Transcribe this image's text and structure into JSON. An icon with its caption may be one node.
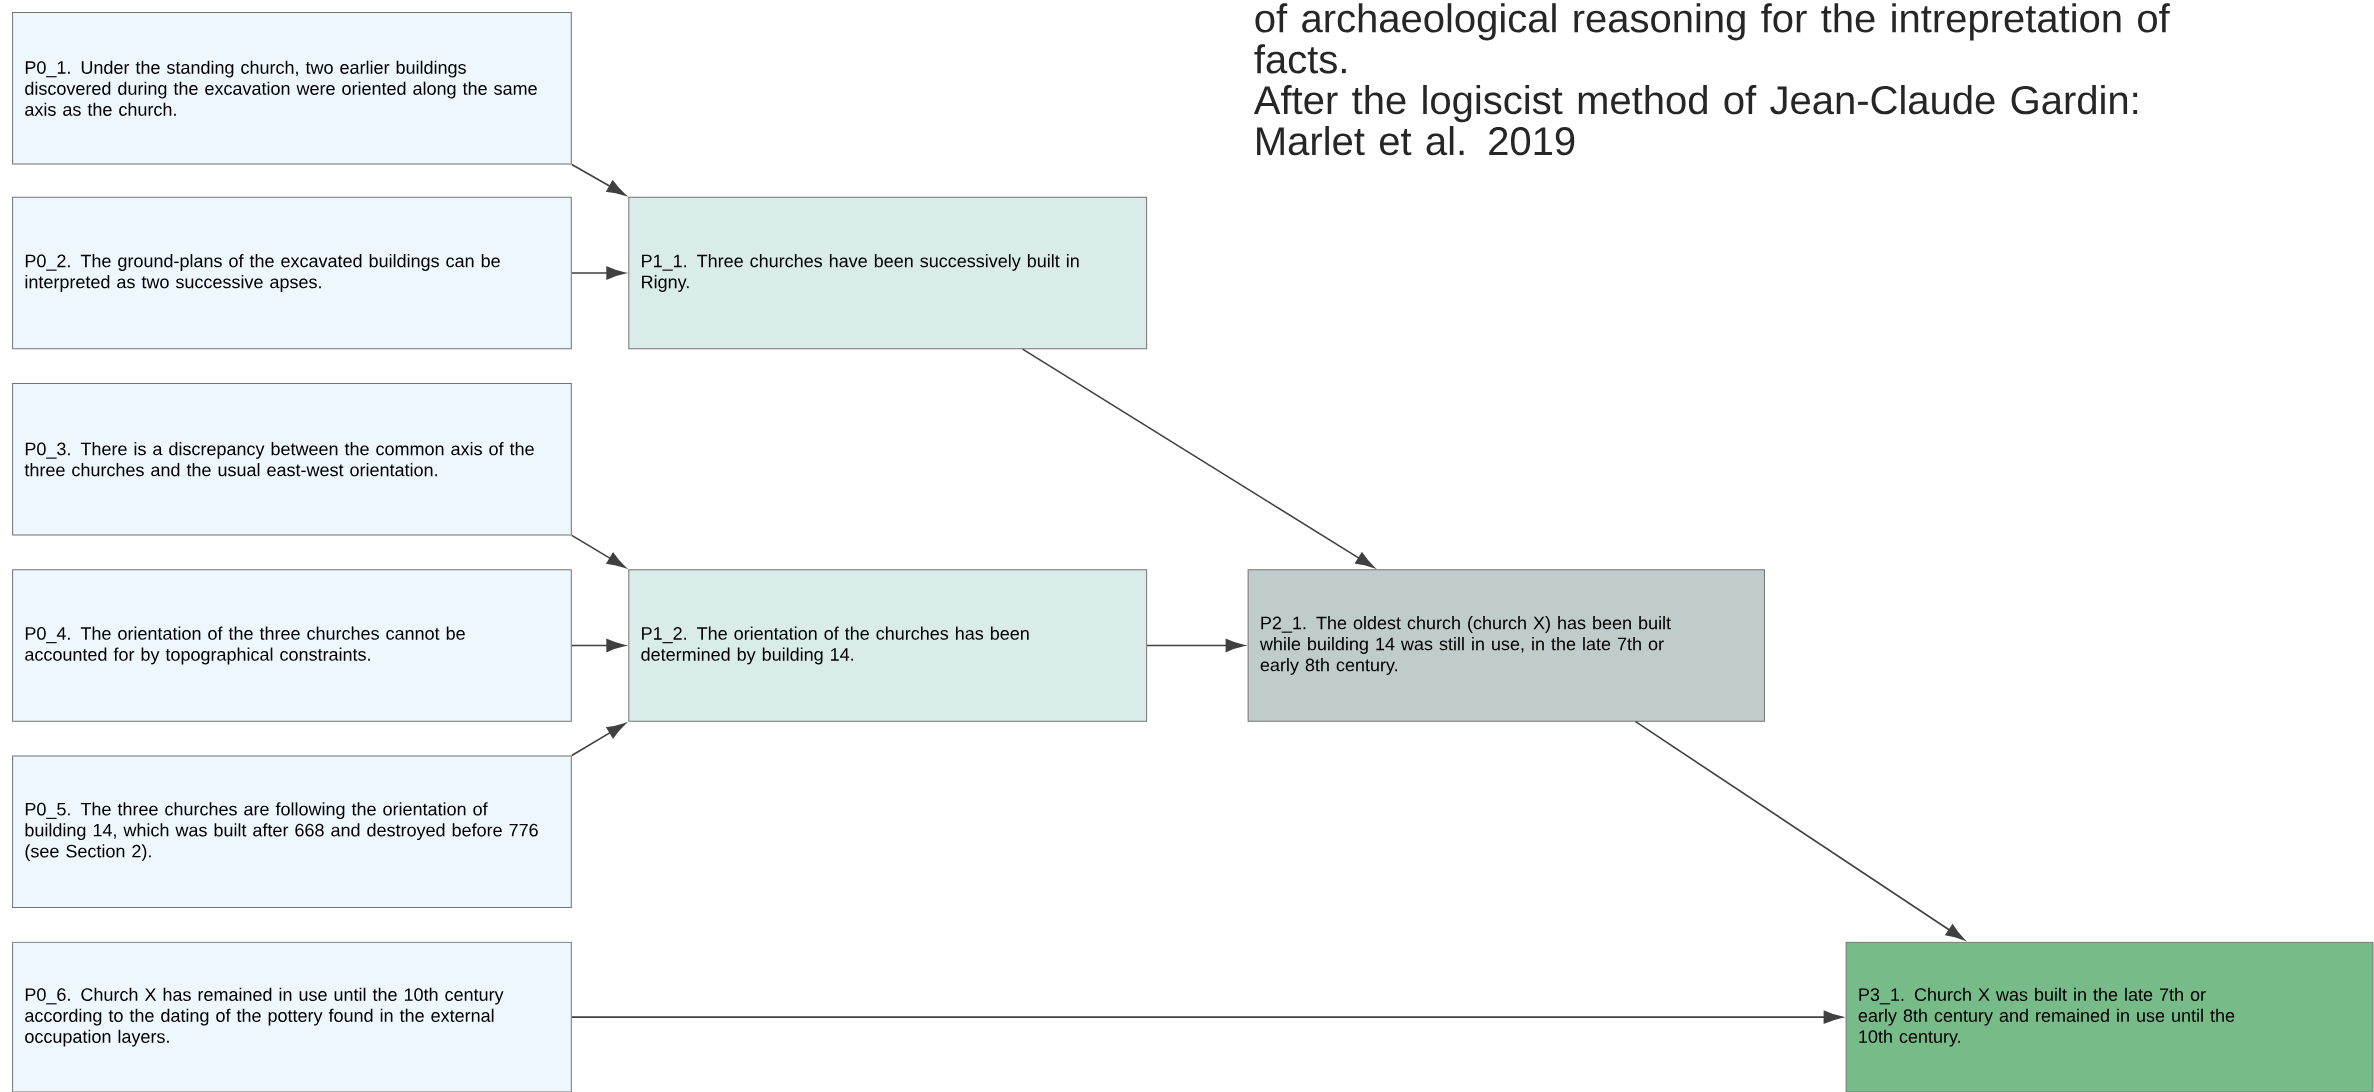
{
  "diagram": {
    "nodes": [
      {
        "text": [
          "P0_1. Under the standing church, two earlier buildings discovered during the excavation were oriented along the same axis as the church."
        ]
      },
      {
        "text": [
          "P0_2. The ground-plans of the excavated buildings can be interpreted as two successive apses."
        ]
      },
      {
        "text": [
          "P0_3. There is a discrepancy between the common axis of the three churches and the usual east-west orientation."
        ]
      },
      {
        "text": [
          "P0_4. The orientation of the three churches cannot be accounted for by topographical constraints."
        ]
      },
      {
        "text": [
          "P0_5. The three churches are following the orientation of building 14, which was built after 668 and destroyed before 776 (see Section 2)."
        ]
      },
      {
        "text": [
          "P0_6. Church X has remained in use until the 10th century according to the dating of the pottery found in the external occupation layers."
        ]
      },
      {
        "text": [
          "P1_1. Three churches have been successively built in Rigny."
        ]
      },
      {
        "text": [
          "P1_2. The orientation of the churches has been determined by building 14."
        ]
      },
      {
        "text": [
          "P2_1. The oldest church (church X) has been built while building 14 was still in use, in the late 7th or early 8th century."
        ]
      },
      {
        "text": [
          "P3_1. Church X was built in the late 7th or early 8th century and remained in use until the 10th century."
        ]
      }
    ],
    "edges": [
      {
        "from": 0,
        "to": 6,
        "arrow": "to"
      },
      {
        "from": 1,
        "to": 6,
        "arrow": "to"
      },
      {
        "from": 2,
        "to": 7,
        "arrow": "to"
      },
      {
        "from": 3,
        "to": 7,
        "arrow": "to"
      },
      {
        "from": 4,
        "to": 7,
        "arrow": "to"
      },
      {
        "from": 6,
        "to": 8,
        "arrow": "to"
      },
      {
        "from": 7,
        "to": 8,
        "arrow": "to"
      },
      {
        "from": 8,
        "to": 9,
        "arrow": "to"
      },
      {
        "from": 5,
        "to": 9,
        "arrow": "to"
      }
    ],
    "labels": [
      "of archaeological reasoning for the intrepretation of facts.",
      "After the logiscist method of Jean-Claude Gardin: Marlet et al. 2019"
    ]
  }
}
